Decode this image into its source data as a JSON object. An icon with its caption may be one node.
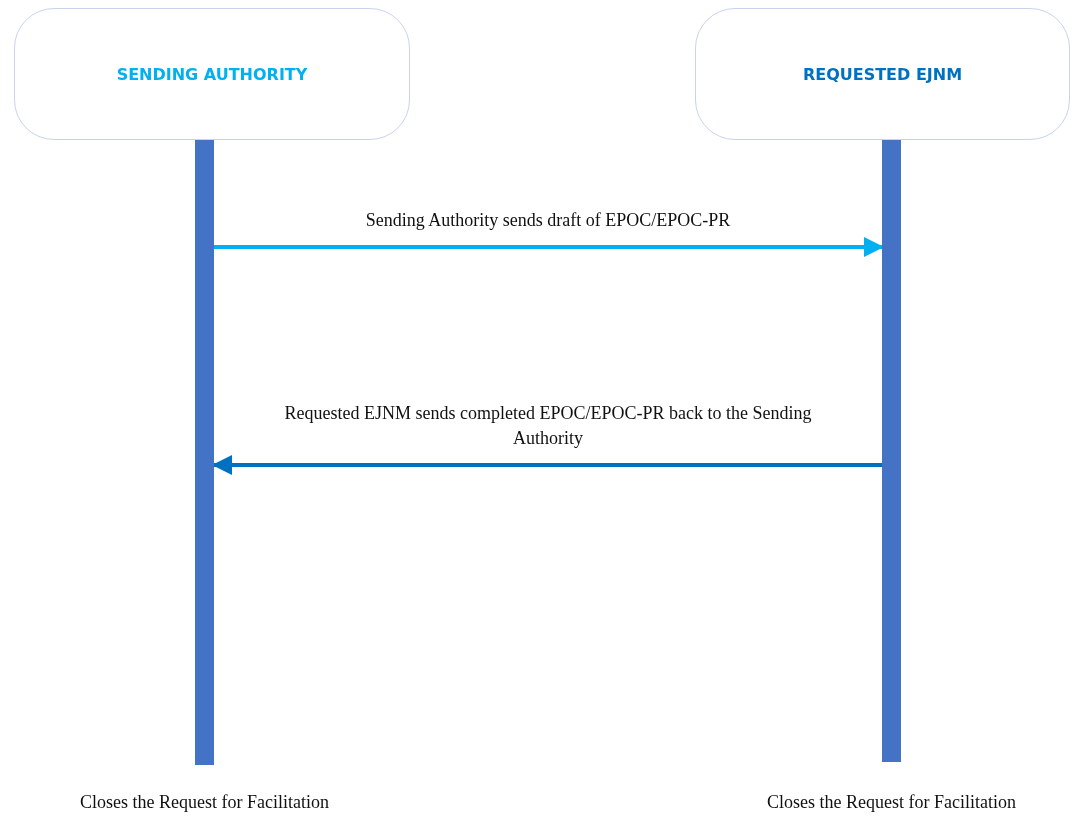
{
  "diagram": {
    "nodes": [
      {
        "text": [
          "SENDING AUTHORITY"
        ]
      },
      {
        "text": [
          "REQUESTED EJNM"
        ]
      },
      {
        "text": [],
        "shape": "bar",
        "beside": [
          "Closes the Request for Facilitation"
        ]
      },
      {
        "text": [],
        "shape": "bar",
        "beside": [
          "Closes the Request for Facilitation"
        ]
      }
    ],
    "edges": [
      {
        "from": 2,
        "to": 3,
        "arrow": "to",
        "label": "Sending Authority sends draft of EPOC/EPOC-PR",
        "color": "#00b0f0"
      },
      {
        "from": 3,
        "to": 2,
        "arrow": "to",
        "label": "Requested EJNM sends completed EPOC/EPOC-PR back to the Sending Authority",
        "color": "#0070c0"
      }
    ]
  }
}
